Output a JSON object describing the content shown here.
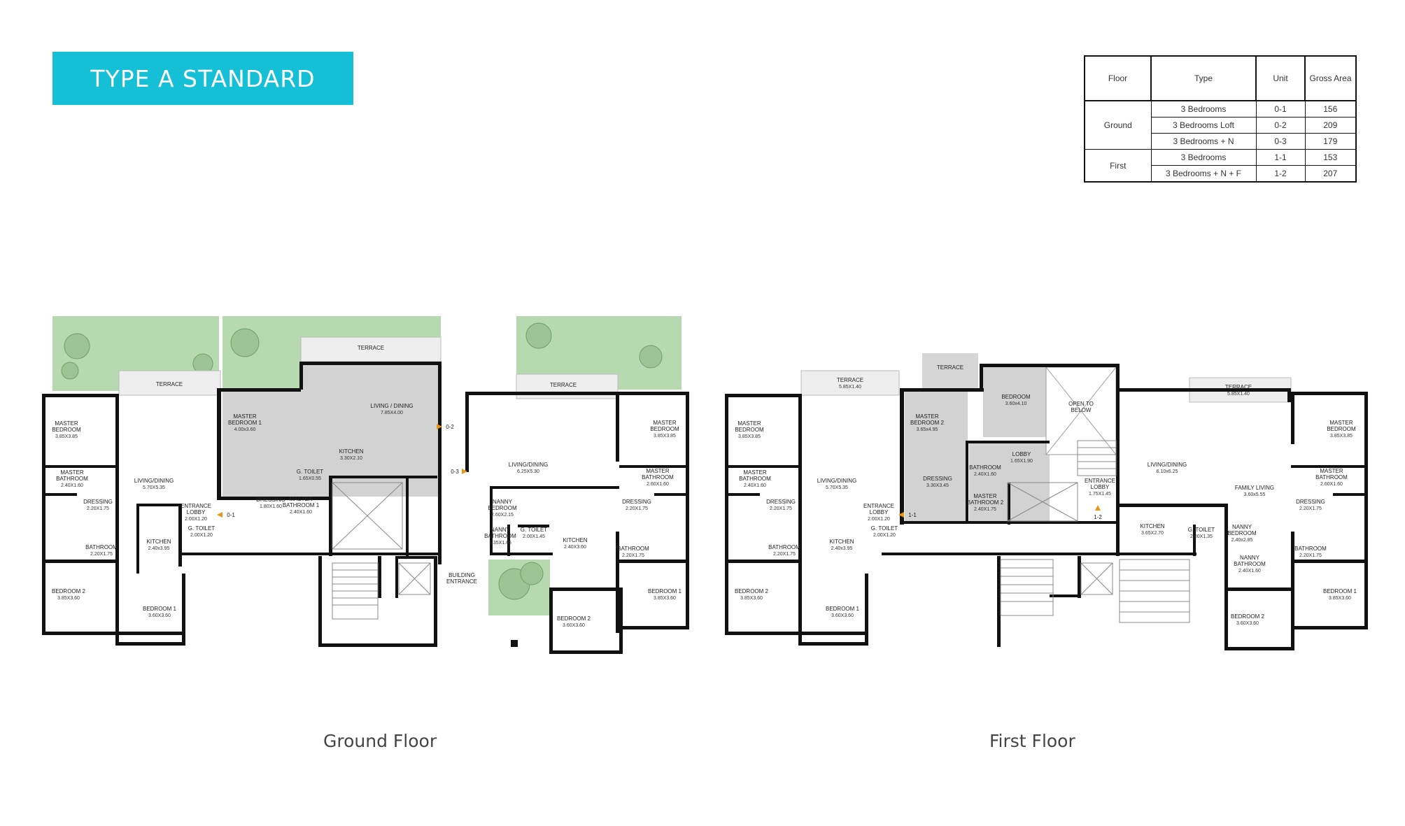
{
  "header": {
    "title": "TYPE A STANDARD"
  },
  "unit_table": {
    "headers": [
      "Floor",
      "Type",
      "Unit",
      "Gross Area"
    ],
    "groups": [
      {
        "floor": "Ground",
        "rows": [
          {
            "type": "3 Bedrooms",
            "unit": "0-1",
            "area": "156"
          },
          {
            "type": "3 Bedrooms Loft",
            "unit": "0-2",
            "area": "209"
          },
          {
            "type": "3 Bedrooms + N",
            "unit": "0-3",
            "area": "179"
          }
        ]
      },
      {
        "floor": "First",
        "rows": [
          {
            "type": "3 Bedrooms",
            "unit": "1-1",
            "area": "153"
          },
          {
            "type": "3 Bedrooms + N + F",
            "unit": "1-2",
            "area": "207"
          }
        ]
      }
    ]
  },
  "plans": {
    "ground": {
      "caption": "Ground Floor",
      "labels": {
        "terrace_a": "TERRACE",
        "terrace_b": "TERRACE",
        "terrace_c": "TERRACE",
        "master_bedroom_l": "MASTER",
        "master_bedroom_l2": "BEDROOM",
        "master_bedroom_l_dim": "3.85X3.85",
        "master_bath_l": "MASTER",
        "master_bath_l2": "BATHROOM",
        "master_bath_l_dim": "2.40X1.60",
        "living_l": "LIVING/DINING",
        "living_l_dim": "5.70X5.35",
        "dressing_l": "DRESSING",
        "dressing_l_dim": "2.20X1.75",
        "bath_l": "BATHROOM",
        "bath_l_dim": "2.20X1.75",
        "kitchen_l": "KITCHEN",
        "kitchen_l_dim": "2.40x3.95",
        "entrance_l": "ENTRANCE",
        "entrance_l2": "LOBBY",
        "entrance_l_dim": "2.00X1.20",
        "gtoilet_l": "G. TOILET",
        "gtoilet_l_dim": "2.00X1.20",
        "bedroom2_l": "BEDROOM 2",
        "bedroom2_l_dim": "3.85X3.60",
        "bedroom1_l": "BEDROOM 1",
        "bedroom1_l_dim": "3.60X3.60",
        "master_bedroom1_m": "MASTER",
        "master_bedroom1_m2": "BEDROOM 1",
        "master_bedroom1_m_dim": "4.00x3.60",
        "living_m": "LIVING / DINING",
        "living_m_dim": "7.85X4.00",
        "kitchen_m": "KITCHEN",
        "kitchen_m_dim": "3.30X2.10",
        "gtoilet_m": "G. TOILET",
        "gtoilet_m_dim": "1.65X0.55",
        "dressing_m": "DRESSING",
        "dressing_m_dim": "1.80X1.60",
        "master_bath1_m": "MASTER",
        "master_bath1_m2": "BATHROOM 1",
        "master_bath1_m_dim": "2.40X1.60",
        "living_r": "LIVING/DINING",
        "living_r_dim": "6.25X5.30",
        "master_bedroom_r": "MASTER",
        "master_bedroom_r2": "BEDROOM",
        "master_bedroom_r_dim": "3.85X3.85",
        "master_bath_r": "MASTER",
        "master_bath_r2": "BATHROOM",
        "master_bath_r_dim": "2.60X1.60",
        "nanny_bedroom": "NANNY",
        "nanny_bedroom2": "BEDROOM",
        "nanny_bedroom_dim": "2.60X2.15",
        "nanny_bath": "NANNY",
        "nanny_bath2": "BATHROOM",
        "nanny_bath_dim": "1.35X1.65",
        "gtoilet_r": "G. TOILET",
        "gtoilet_r_dim": "2.00X1.45",
        "kitchen_r": "KITCHEN",
        "kitchen_r_dim": "2.40X3.60",
        "dressing_r": "DRESSING",
        "dressing_r_dim": "2.20X1.75",
        "bath_r": "BATHROOM",
        "bath_r_dim": "2.20X1.75",
        "bedroom1_r": "BEDROOM 1",
        "bedroom1_r_dim": "3.85X3.60",
        "bedroom2_r": "BEDROOM 2",
        "bedroom2_r_dim": "3.60X3.60",
        "building_entrance": "BUILDING",
        "building_entrance2": "ENTRANCE",
        "unit_01": "0-1",
        "unit_02": "0-2",
        "unit_03": "0-3"
      }
    },
    "first": {
      "caption": "First Floor",
      "labels": {
        "terrace_a": "TERRACE",
        "terrace_a_dim": "5.85X1.40",
        "terrace_b": "TERRACE",
        "terrace_c": "TERRACE",
        "terrace_c_dim": "5.85X1.40",
        "master_bedroom_l": "MASTER",
        "master_bedroom_l2": "BEDROOM",
        "master_bedroom_l_dim": "3.85X3.85",
        "master_bath_l": "MASTER",
        "master_bath_l2": "BATHROOM",
        "master_bath_l_dim": "2.40X1.60",
        "living_l": "LIVING/DINING",
        "living_l_dim": "5.70X5.35",
        "dressing_l": "DRESSING",
        "dressing_l_dim": "2.20X1.75",
        "bath_l": "BATHROOM",
        "bath_l_dim": "2.20X1.75",
        "kitchen_l": "KITCHEN",
        "kitchen_l_dim": "2.40x3.95",
        "entrance_l": "ENTRANCE",
        "entrance_l2": "LOBBY",
        "entrance_l_dim": "2.00X1.20",
        "gtoilet_l": "G. TOILET",
        "gtoilet_l_dim": "2.00X1.20",
        "bedroom2_l": "BEDROOM 2",
        "bedroom2_l_dim": "3.85X3.60",
        "bedroom1_l": "BEDROOM 1",
        "bedroom1_l_dim": "3.60X3.60",
        "master_bedroom2_m": "MASTER",
        "master_bedroom2_m2": "BEDROOM 2",
        "master_bedroom2_m_dim": "3.65x4.95",
        "bedroom_m": "BEDROOM",
        "bedroom_m_dim": "3.60x4.10",
        "open_below": "OPEN TO",
        "open_below2": "BELOW",
        "lobby_m": "LOBBY",
        "lobby_m_dim": "1.65X1.90",
        "dressing_m": "DRESSING",
        "dressing_m_dim": "3.30X3.45",
        "bathroom_m": "BATHROOM",
        "bathroom_m_dim": "2.40X1.60",
        "master_bath2_m": "MASTER",
        "master_bath2_m2": "BATHROOM 2",
        "master_bath2_m_dim": "2.40X1.75",
        "entrance_r": "ENTRANCE",
        "entrance_r2": "LOBBY",
        "entrance_r_dim": "1.75X1.45",
        "living_r": "LIVING/DINING",
        "living_r_dim": "6.10x6.25",
        "family_living": "FAMILY LIVING",
        "family_living_dim": "3.60x5.55",
        "kitchen_r": "KITCHEN",
        "kitchen_r_dim": "3.65X2.70",
        "gtoilet_r": "G. TOILET",
        "gtoilet_r_dim": "2.00X1.35",
        "nanny_bedroom": "NANNY",
        "nanny_bedroom2": "BEDROOM",
        "nanny_bedroom_dim": "2.40x2.85",
        "nanny_bath": "NANNY",
        "nanny_bath2": "BATHROOM",
        "nanny_bath_dim": "2.40X1.60",
        "master_bedroom_r": "MASTER",
        "master_bedroom_r2": "BEDROOM",
        "master_bedroom_r_dim": "3.85X3.85",
        "master_bath_r": "MASTER",
        "master_bath_r2": "BATHROOM",
        "master_bath_r_dim": "2.60X1.60",
        "dressing_r": "DRESSING",
        "dressing_r_dim": "2.20X1.75",
        "bath_r": "BATHROOM",
        "bath_r_dim": "2.20X1.75",
        "bedroom1_r": "BEDROOM 1",
        "bedroom1_r_dim": "3.85X3.60",
        "bedroom2_r": "BEDROOM 2",
        "bedroom2_r_dim": "3.60X3.60",
        "unit_11": "1-1",
        "unit_12": "1-2"
      }
    }
  },
  "colors": {
    "accent": "#15bfd6",
    "grass": "#b7d9b0",
    "unit_highlight": "#d2d2d2",
    "wall": "#111111"
  }
}
